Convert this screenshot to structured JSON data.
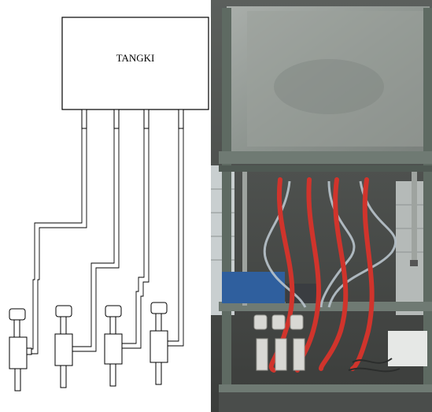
{
  "diagram": {
    "tank_label": "TANGKI",
    "outlet_count": 4,
    "dispenser_count": 4
  },
  "photo": {
    "subject": "tank-and-dispenser-rig-photo",
    "colors": {
      "tank": "#8f9691",
      "frame": "#5e6a62",
      "hose_red": "#d0342c",
      "hose_clear": "#b9c4cc",
      "accent_blue": "#2f5f9e"
    }
  }
}
